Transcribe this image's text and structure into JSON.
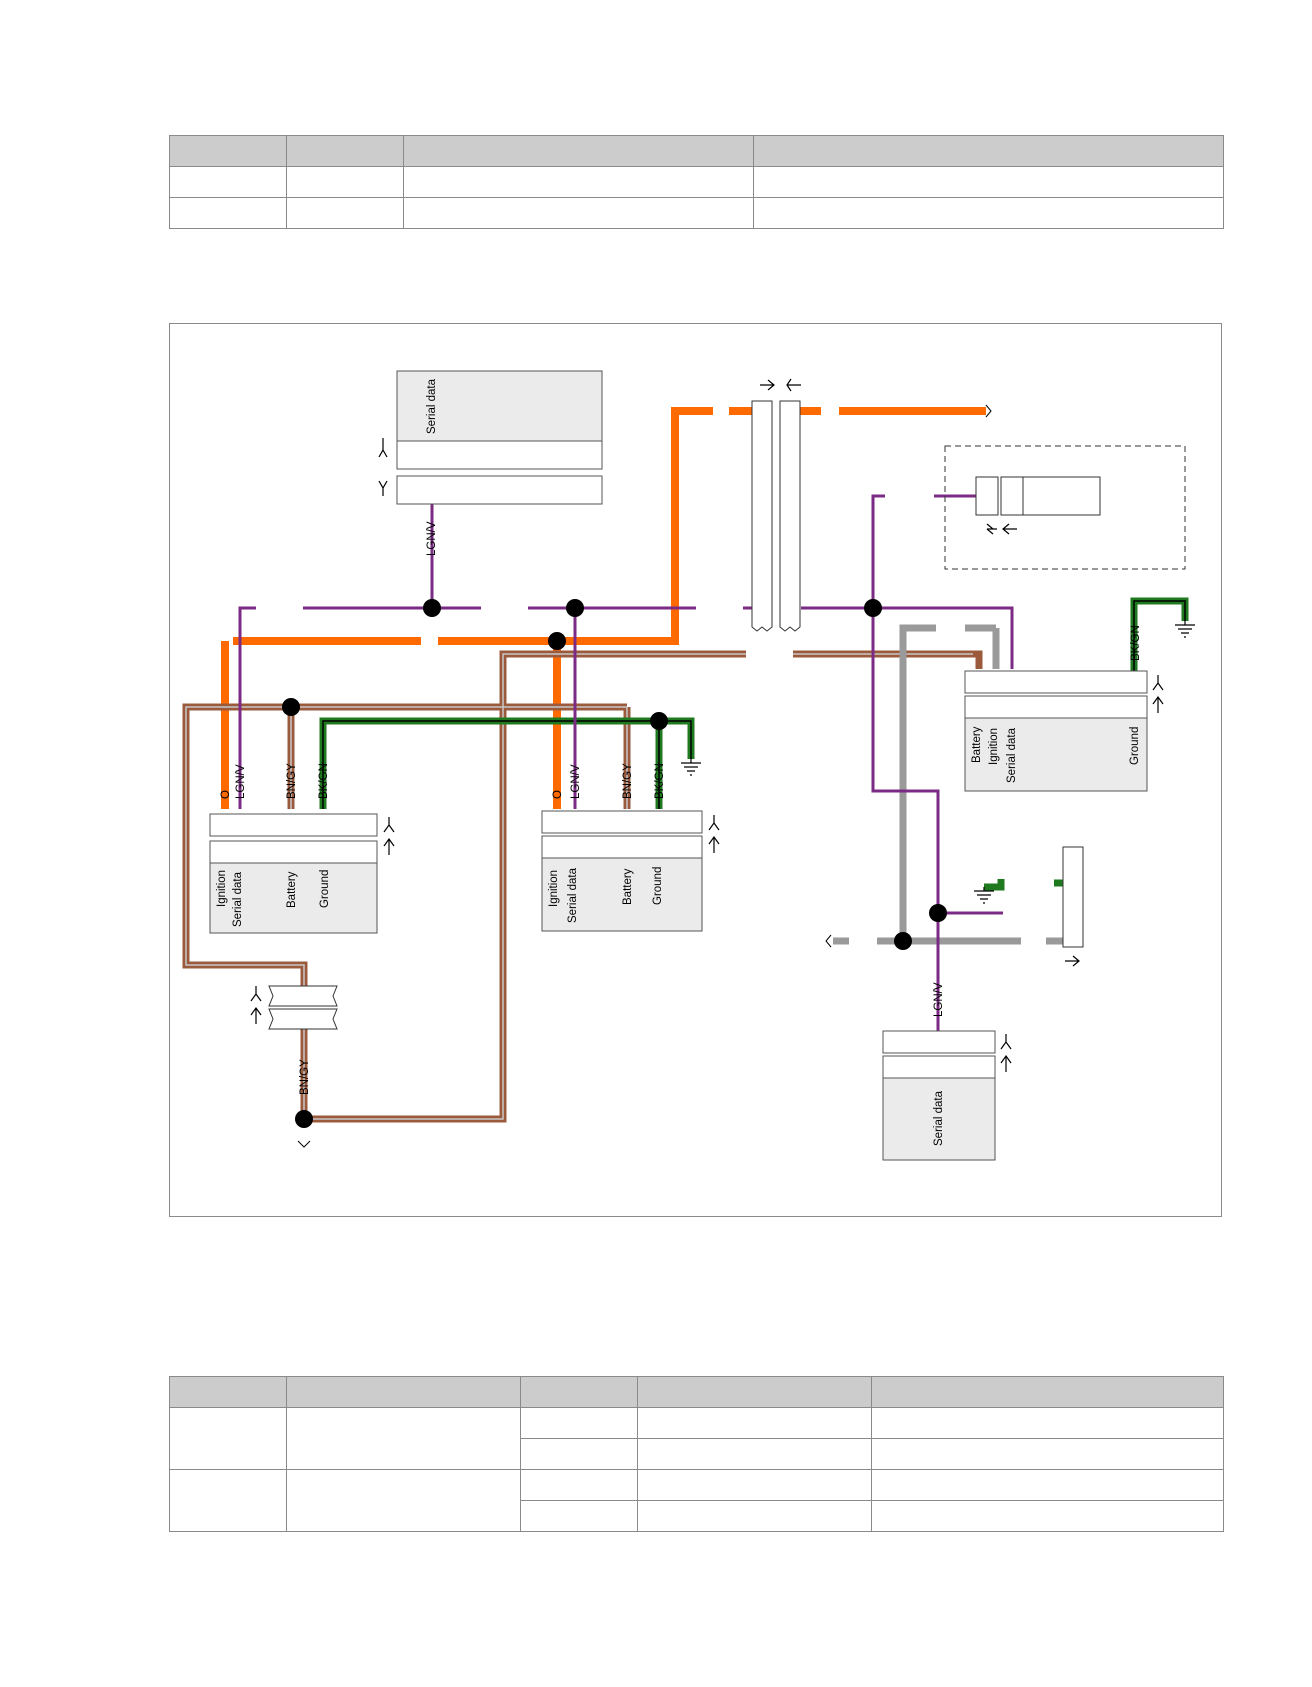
{
  "top_table": {
    "header": [
      "",
      "",
      "",
      ""
    ],
    "rows": [
      [
        "",
        "",
        "",
        ""
      ],
      [
        "",
        "",
        "",
        ""
      ]
    ]
  },
  "bottom_table": {
    "header": [
      "",
      "",
      "",
      "",
      ""
    ],
    "groups": [
      {
        "a": "",
        "b": "",
        "rows": [
          [
            "",
            "",
            ""
          ],
          [
            "",
            "",
            ""
          ]
        ]
      },
      {
        "a": "",
        "b": "",
        "rows": [
          [
            "",
            "",
            ""
          ],
          [
            "",
            "",
            ""
          ]
        ]
      }
    ]
  },
  "diagram": {
    "wire_colors": {
      "O": "#ff6a00",
      "LGN/V": "#7b2a86",
      "BN/GY": "#9c5a3c",
      "BK/GN": "#1f7a1f",
      "GY": "#9a9a9a"
    },
    "icon_names": [
      "connector-symbol-icon",
      "ground-symbol-icon",
      "splice-dot-icon",
      "arrow-icon"
    ],
    "module_top": {
      "pins": [
        "Serial data"
      ]
    },
    "module_left": {
      "wires": [
        "O",
        "LGN/V",
        "BN/GY",
        "BK/GN"
      ],
      "pins": [
        "Ignition",
        "Serial data",
        "Battery",
        "Ground"
      ]
    },
    "module_center": {
      "wires": [
        "O",
        "LGN/V",
        "BN/GY",
        "BK/GN"
      ],
      "pins": [
        "Ignition",
        "Serial data",
        "Battery",
        "Ground"
      ]
    },
    "module_right": {
      "wires": [
        "BK/GN"
      ],
      "pins": [
        "Battery",
        "Ignition",
        "Serial data",
        "Ground"
      ]
    },
    "module_bottom": {
      "wires": [
        "LGN/V"
      ],
      "pins": [
        "Serial data"
      ]
    },
    "wire_top_label": "LGN/V",
    "wire_lower_label": "BN/GY"
  }
}
